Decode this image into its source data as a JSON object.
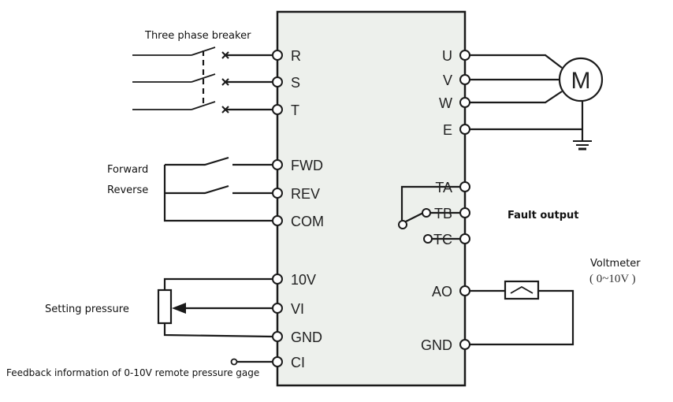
{
  "diagram": {
    "title": "Inverter wiring diagram",
    "annotations": {
      "breaker": "Three phase breaker",
      "forward": "Forward",
      "reverse": "Reverse",
      "setting_pressure": "Setting pressure",
      "feedback": "Feedback information of 0-10V remote pressure gage",
      "fault_output": "Fault output",
      "voltmeter": "Voltmeter",
      "voltmeter_range": "( 0~10V )",
      "motor": "M"
    },
    "left_terminals": [
      "R",
      "S",
      "T",
      "FWD",
      "REV",
      "COM",
      "10V",
      "VI",
      "GND",
      "CI"
    ],
    "right_terminals": [
      "U",
      "V",
      "W",
      "E",
      "TA",
      "TB",
      "TC",
      "AO",
      "GND"
    ],
    "colors": {
      "box_fill": "#edf0ec",
      "line": "#1a1a1a"
    }
  }
}
